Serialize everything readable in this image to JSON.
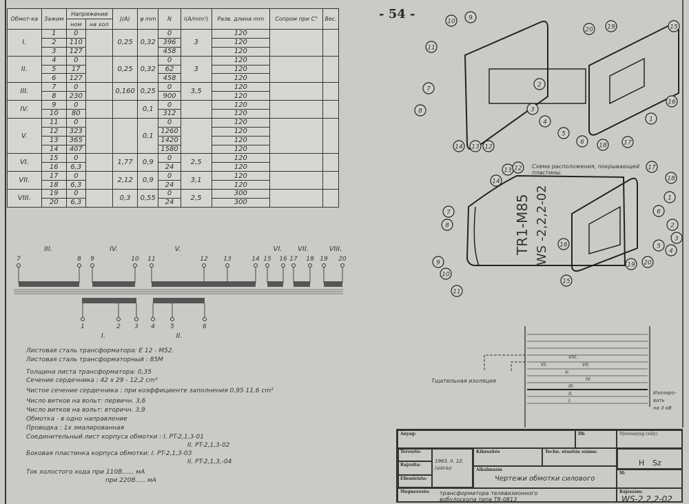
{
  "page_number": "- 54 -",
  "table": {
    "headers": [
      "Обмот-ка",
      "Зажим",
      "Напряжение",
      "ном",
      "на хол",
      "J(A)",
      "φ mm",
      "N",
      "i(A/mm²)",
      "Разв. длина mm",
      "Сопром при C°",
      "Вес."
    ],
    "groups": [
      {
        "winding": "I.",
        "J": "0,25",
        "phi": "0,32",
        "i": "3",
        "rows": [
          [
            "1",
            "0",
            "0",
            "120"
          ],
          [
            "2",
            "110",
            "396",
            "120"
          ],
          [
            "3",
            "127",
            "458",
            "120"
          ]
        ]
      },
      {
        "winding": "II.",
        "J": "0,25",
        "phi": "0,32",
        "i": "3",
        "rows": [
          [
            "4",
            "0",
            "0",
            "120"
          ],
          [
            "5",
            "17",
            "62",
            "120"
          ],
          [
            "6",
            "127",
            "458",
            "120"
          ]
        ]
      },
      {
        "winding": "III.",
        "J": "0,160",
        "phi": "0,25",
        "i": "3,5",
        "rows": [
          [
            "7",
            "0",
            "0",
            "120"
          ],
          [
            "8",
            "230",
            "900",
            "120"
          ]
        ]
      },
      {
        "winding": "IV.",
        "J": "",
        "phi": "0,1",
        "i": "",
        "rows": [
          [
            "9",
            "0",
            "0",
            "120"
          ],
          [
            "10",
            "80",
            "312",
            "120"
          ]
        ]
      },
      {
        "winding": "V.",
        "J": "",
        "phi": "0,1",
        "i": "",
        "rows": [
          [
            "11",
            "0",
            "0",
            "120"
          ],
          [
            "12",
            "323",
            "1260",
            "120"
          ],
          [
            "13",
            "365",
            "1420",
            "120"
          ],
          [
            "14",
            "407",
            "1580",
            "120"
          ]
        ]
      },
      {
        "winding": "VI.",
        "J": "1,77",
        "phi": "0,9",
        "i": "2,5",
        "rows": [
          [
            "15",
            "0",
            "0",
            "120"
          ],
          [
            "16",
            "6,3",
            "24",
            "120"
          ]
        ]
      },
      {
        "winding": "VII.",
        "J": "2,12",
        "phi": "0,9",
        "i": "3,1",
        "rows": [
          [
            "17",
            "0",
            "0",
            "120"
          ],
          [
            "18",
            "6,3",
            "24",
            "120"
          ]
        ]
      },
      {
        "winding": "VIII.",
        "J": "0,3",
        "phi": "0,55",
        "i": "2,5",
        "rows": [
          [
            "19",
            "0",
            "0",
            "300"
          ],
          [
            "20",
            "6,3",
            "24",
            "300"
          ]
        ]
      }
    ]
  },
  "schematic": {
    "top_terminals": [
      [
        "7",
        27
      ],
      [
        "8",
        115
      ],
      [
        "9",
        134
      ],
      [
        "10",
        196
      ],
      [
        "11",
        220
      ],
      [
        "12",
        296
      ],
      [
        "13",
        330
      ],
      [
        "14",
        371
      ],
      [
        "15",
        388
      ],
      [
        "16",
        411
      ],
      [
        "17",
        426
      ],
      [
        "18",
        450
      ],
      [
        "19",
        470
      ],
      [
        "20",
        497
      ]
    ],
    "top_groups": [
      [
        "III.",
        70
      ],
      [
        "IV.",
        165
      ],
      [
        "V.",
        258
      ],
      [
        "VI.",
        403
      ],
      [
        "VII.",
        440
      ],
      [
        "VIII.",
        487
      ]
    ],
    "bottom_terminals": [
      [
        "1",
        120
      ],
      [
        "2",
        172
      ],
      [
        "3",
        198
      ],
      [
        "4",
        222
      ],
      [
        "5",
        250
      ],
      [
        "6",
        297
      ]
    ],
    "bottom_groups": [
      [
        "I.",
        150
      ],
      [
        "II.",
        260
      ]
    ]
  },
  "notes": [
    "Листовая сталь трансформатора: Е 12 - М52.",
    "Листовая сталь трансформаторный : 85М",
    "Толщина листа трансформатора: 0,35",
    "Сечение сердечника : 42 x 29 - 12,2 cm²",
    "Чистое сечение сердечника : при коэффициенте заполнения 0,95  11,6 cm²",
    "Число витков на вольт: первичн. 3,6",
    "Число витков на вольт: вторичн. 3,9",
    "Обмотка - в одно направление",
    "Проводка : 1x эмалированная",
    "Соединительный лист корпуса обмотки : I. PT-2,1,3-01",
    "II. PT-2,1,3-02",
    "Боковая пластинка корпуса обмотки:  I. PT-2,1,3-03",
    "II. PT-2,1,3,-04",
    "Ток холостого хода  при 110В......         мА",
    "при 220В.....         мА"
  ],
  "drawing_top_callouts": [
    [
      "10",
      655,
      30
    ],
    [
      "9",
      683,
      25
    ],
    [
      "11",
      626,
      68
    ],
    [
      "7",
      622,
      128
    ],
    [
      "8",
      610,
      160
    ],
    [
      "14",
      666,
      212
    ],
    [
      "13",
      690,
      212
    ],
    [
      "12",
      709,
      212
    ],
    [
      "2",
      783,
      122
    ],
    [
      "3",
      773,
      158
    ],
    [
      "4",
      791,
      176
    ],
    [
      "5",
      818,
      193
    ],
    [
      "6",
      845,
      205
    ],
    [
      "18",
      875,
      210
    ],
    [
      "17",
      911,
      206
    ],
    [
      "20",
      855,
      42
    ],
    [
      "19",
      887,
      38
    ],
    [
      "15",
      978,
      38
    ],
    [
      "16",
      975,
      147
    ],
    [
      "1",
      945,
      172
    ]
  ],
  "drawing_bottom_callouts": [
    [
      "14",
      720,
      262
    ],
    [
      "13",
      737,
      246
    ],
    [
      "12",
      752,
      243
    ],
    [
      "7",
      651,
      307
    ],
    [
      "8",
      649,
      326
    ],
    [
      "9",
      636,
      380
    ],
    [
      "10",
      647,
      397
    ],
    [
      "11",
      663,
      422
    ],
    [
      "17",
      946,
      242
    ],
    [
      "18",
      974,
      258
    ],
    [
      "1",
      972,
      286
    ],
    [
      "6",
      956,
      306
    ],
    [
      "2",
      976,
      326
    ],
    [
      "3",
      982,
      345
    ],
    [
      "4",
      974,
      363
    ],
    [
      "5",
      956,
      356
    ],
    [
      "16",
      818,
      354
    ],
    [
      "15",
      822,
      407
    ],
    [
      "19",
      916,
      383
    ],
    [
      "20",
      940,
      380
    ]
  ],
  "drawing_bottom_caption": "Схема расположения, покрывающей пластины.",
  "part_label": "TR1-M85",
  "part_code": "WS -2,2,2-02",
  "insulation": {
    "careful": "Тщательная изоляция",
    "isolate": [
      "Изолиро-",
      "вать",
      "на 3 кВ"
    ],
    "layers": [
      "VIII.",
      "VI.",
      "VII.",
      "V.",
      "IV.",
      "III.",
      "II.",
      "I."
    ]
  },
  "title_block": {
    "anyag": "Anyag:",
    "db": "Db",
    "nyersanyag": "Nyersanyag (súly)",
    "tervezte": "Tervezte:",
    "rajzolta": "Rajzolta:",
    "ellenorizte": "Ellenőrizte:",
    "date": "1963. II. 12.",
    "signature": "[aláírás]",
    "kikeszites": "Kikészítés",
    "techn": "Techn. utasítás száma:",
    "h": "H",
    "sz": "Sz",
    "alkalmazas": "Alkalmazás",
    "alkalmazas_value": "Чертежи обмотки силового",
    "m": "M:",
    "megnevezes": "Megnevezés:",
    "megnevezes_value": "трансформатора телевизионного вобулоскопа типа TR-0813",
    "rajzszam": "Rajzszám:",
    "rajzszam_value": "WS-2,2,2-02"
  }
}
